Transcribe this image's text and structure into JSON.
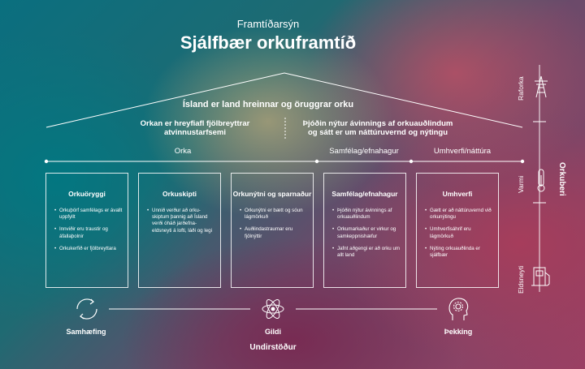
{
  "header": {
    "subtitle": "Framtíðarsýn",
    "title": "Sjálfbær orkuframtíð"
  },
  "roof": {
    "main": "Ísland er land hreinnar og öruggrar orku",
    "left_line1": "Orkan er hreyfiafl fjölbreyttrar",
    "left_line2": "atvinnustarfsemi",
    "right_line1": "Þjóðin nýtur ávinnings af orkuauðlindum",
    "right_line2": "og sátt er um náttúruvernd og nýtingu"
  },
  "segments": [
    "Orka",
    "Samfélag/efnahagur",
    "Umhverfi/náttúra"
  ],
  "pillars": [
    {
      "title": "Orkuöryggi",
      "items": [
        "Orkuþörf samfélags er ávallt uppfyllt",
        "Innviðir eru traustir og áfallaþolnir",
        "Orkukerfið er fjölbreyttara"
      ]
    },
    {
      "title": "Orkuskipti",
      "items": [
        "Unnið verður að orku-skiptum þannig að Ísland verði óháð jarðefna-eldsneyti á lofti, láði og legi"
      ]
    },
    {
      "title": "Orkunýtni og sparnaður",
      "items": [
        "Orkunýtni er bætt og sóun lágmörkuð",
        "Auðlindastraumar eru fjölnýttir"
      ]
    },
    {
      "title": "Samfélag/efnahagur",
      "items": [
        "Þjóðin nýtur ávinnings af orkuauðlindum",
        "Orkumarkaður er virkur og samkeppnishæfur",
        "Jafnt aðgengi er að orku um allt land"
      ]
    },
    {
      "title": "Umhverfi",
      "items": [
        "Gætt er að náttúruvernd við orkunýtingu",
        "Umhverfisáhrif eru lágmörkuð",
        "Nýting orkuauðlinda er sjálfbær"
      ]
    }
  ],
  "side": {
    "items": [
      "Raforka",
      "Varmi",
      "Eldsneyti"
    ],
    "main": "Orkuberi",
    "icons": [
      "power-pylon-icon",
      "thermometer-icon",
      "fuel-pump-icon"
    ]
  },
  "foundation": {
    "items": [
      "Samhæfing",
      "Gildi",
      "Þekking"
    ],
    "label": "Undirstöður",
    "icons": [
      "cycle-arrows-icon",
      "atom-icon",
      "head-gear-icon"
    ]
  }
}
